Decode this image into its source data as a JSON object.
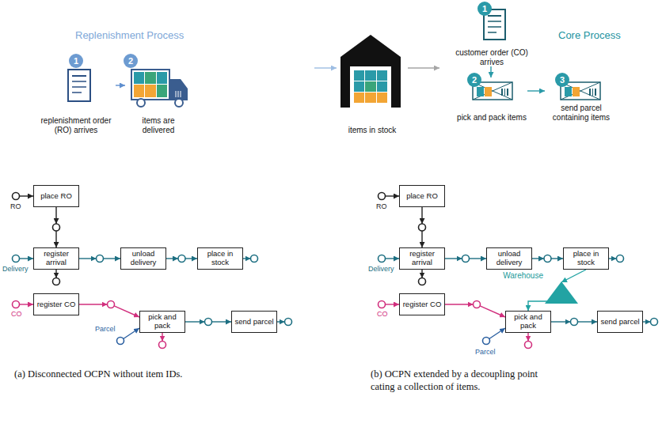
{
  "diagram": {
    "nodes": [
      {
        "text": [
          "Replenishment Process"
        ]
      },
      {
        "text": [
          "replenishment order (RO) arrives"
        ],
        "in": 0
      },
      {
        "text": [
          "items are delivered"
        ],
        "in": 0
      },
      {
        "text": [
          "items in stock"
        ]
      },
      {
        "text": [
          "Core Process"
        ]
      },
      {
        "text": [
          "customer order (CO) arrives"
        ],
        "in": 4
      },
      {
        "text": [
          "pick and pack items"
        ],
        "in": 4
      },
      {
        "text": [
          "send parcel containing items"
        ],
        "in": 4
      },
      {
        "text": [
          "place RO"
        ]
      },
      {
        "text": [
          "register arrival"
        ]
      },
      {
        "text": [
          "unload delivery"
        ]
      },
      {
        "text": [
          "place in stock"
        ]
      },
      {
        "text": [
          "register CO"
        ]
      },
      {
        "text": [
          "pick and pack"
        ]
      },
      {
        "text": [
          "send parcel"
        ]
      },
      {
        "text": [
          "place RO"
        ]
      },
      {
        "text": [
          "register arrival"
        ]
      },
      {
        "text": [
          "unload delivery"
        ]
      },
      {
        "text": [
          "place in stock"
        ]
      },
      {
        "text": [
          "register CO"
        ]
      },
      {
        "text": [
          "pick and pack"
        ]
      },
      {
        "text": [
          "send parcel"
        ]
      },
      {
        "text": [
          "Warehouse"
        ]
      }
    ],
    "edges": [
      {
        "from": 1,
        "to": 2,
        "arrow": "to"
      },
      {
        "from": 0,
        "to": 3,
        "arrow": "to"
      },
      {
        "from": 3,
        "to": 4,
        "arrow": "to"
      },
      {
        "from": 5,
        "to": 6,
        "arrow": "to"
      },
      {
        "from": 6,
        "to": 7,
        "arrow": "to"
      },
      {
        "from": 8,
        "to": 9,
        "arrow": "to"
      },
      {
        "from": 9,
        "to": 10,
        "arrow": "to"
      },
      {
        "from": 10,
        "to": 11,
        "arrow": "to"
      },
      {
        "from": 12,
        "to": 13,
        "arrow": "to"
      },
      {
        "from": 13,
        "to": 14,
        "arrow": "to"
      },
      {
        "from": 15,
        "to": 16,
        "arrow": "to"
      },
      {
        "from": 16,
        "to": 17,
        "arrow": "to"
      },
      {
        "from": 17,
        "to": 18,
        "arrow": "to"
      },
      {
        "from": 19,
        "to": 20,
        "arrow": "to"
      },
      {
        "from": 20,
        "to": 21,
        "arrow": "to"
      },
      {
        "from": 18,
        "to": 22,
        "arrow": "to"
      },
      {
        "from": 22,
        "to": 20,
        "arrow": "to"
      }
    ],
    "labels": [
      "1",
      "2",
      "1",
      "2",
      "3",
      "RO",
      "Delivery",
      "CO",
      "Parcel",
      "RO",
      "Delivery",
      "CO",
      "Parcel",
      "(a) Disconnected OCPN without item IDs.",
      "(b) OCPN extended by a decoupling point",
      "cating a collection of items."
    ]
  }
}
